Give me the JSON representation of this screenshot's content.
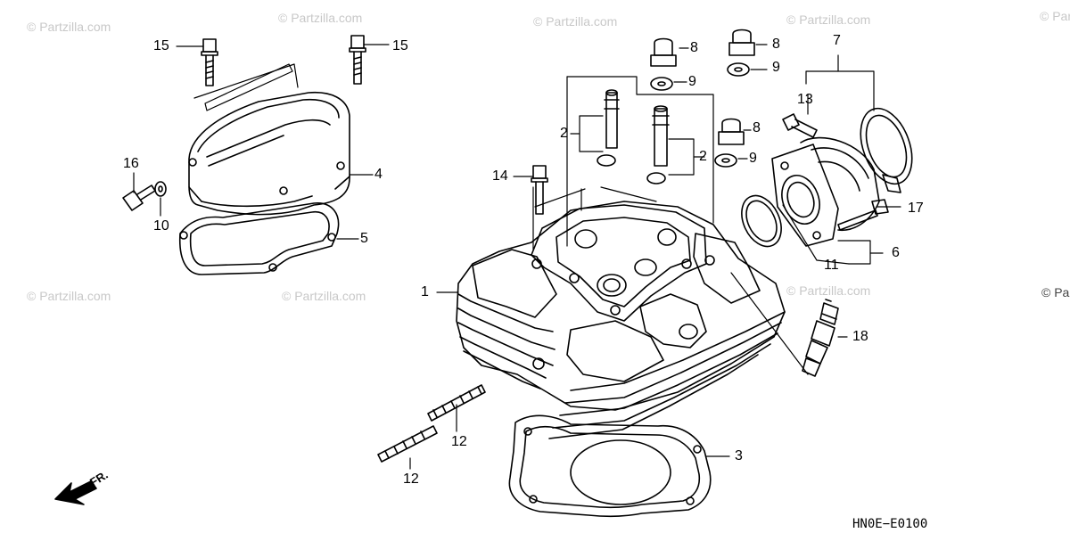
{
  "watermarks": [
    "© Partzilla.com",
    "© Partzilla.com",
    "© Partzilla.com",
    "© Partzilla.com",
    "© Partzilla.com",
    "© Partzilla.com",
    "© Partzilla.com",
    "© Partzilla.com",
    "© Pa"
  ],
  "callouts": [
    "1",
    "2",
    "2",
    "3",
    "4",
    "5",
    "6",
    "7",
    "8",
    "8",
    "8",
    "9",
    "9",
    "9",
    "10",
    "11",
    "12",
    "12",
    "13",
    "14",
    "15",
    "15",
    "16",
    "17",
    "18"
  ],
  "diagram_code": "HN0E−E0100",
  "front_indicator": "FR.",
  "colors": {
    "ink": "#000000",
    "watermark": "#c8c8c8",
    "background": "#ffffff"
  }
}
